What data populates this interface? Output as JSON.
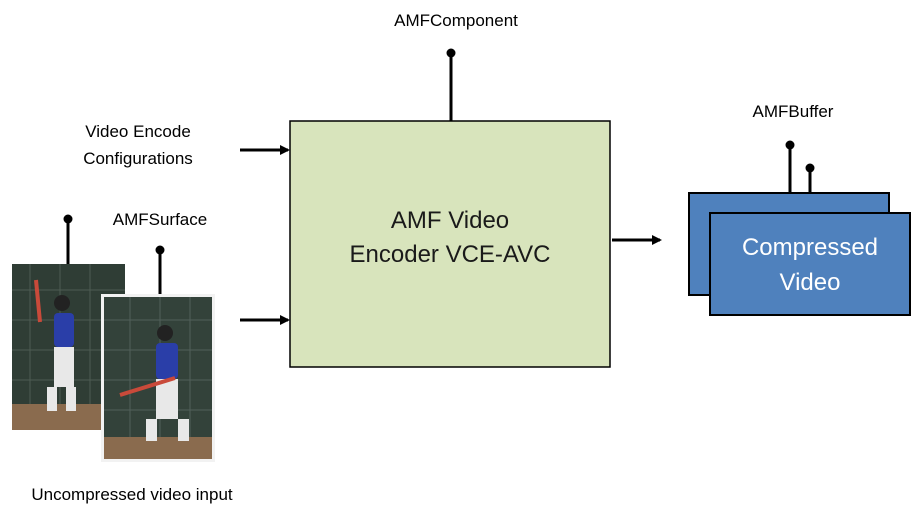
{
  "labels": {
    "component": "AMFComponent",
    "config_line1": "Video Encode",
    "config_line2": "Configurations",
    "surface": "AMFSurface",
    "buffer": "AMFBuffer",
    "input_caption": "Uncompressed video input"
  },
  "encoder": {
    "line1": "AMF Video",
    "line2": "Encoder VCE-AVC"
  },
  "output": {
    "line1": "Compressed",
    "line2": "Video"
  },
  "colors": {
    "encoder_fill": "#d8e4bc",
    "output_fill": "#4f81bd",
    "stroke": "#000000"
  }
}
